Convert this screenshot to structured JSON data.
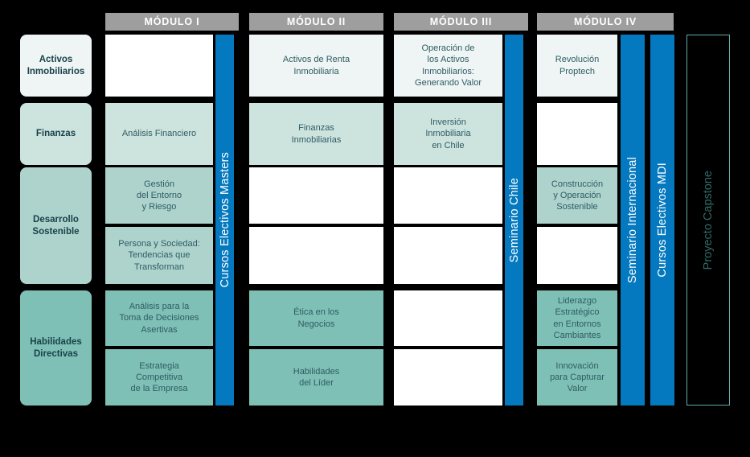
{
  "palette": {
    "background": "#000000",
    "header_gray": "#9e9e9e",
    "accent_blue": "#0579bf",
    "tier1": "#eef5f4",
    "tier2": "#cde3de",
    "tier3": "#aed3cd",
    "tier4": "#7fc0b6",
    "empty_white": "#ffffff",
    "capstone_outline": "#5fada4",
    "capstone_text": "#2f6b68",
    "label_text": "#19414a",
    "cell_text": "#2f5c64"
  },
  "module_headers": [
    {
      "label": "MÓDULO I"
    },
    {
      "label": "MÓDULO II"
    },
    {
      "label": "MÓDULO III"
    },
    {
      "label": "MÓDULO IV"
    }
  ],
  "categories": [
    {
      "label": "Activos\nInmobiliarios",
      "tier": "tier1"
    },
    {
      "label": "Finanzas",
      "tier": "tier2"
    },
    {
      "label": "Desarrollo\nSostenible",
      "tier": "tier3"
    },
    {
      "label": "Habilidades\nDirectivas",
      "tier": "tier4"
    }
  ],
  "module_1_cells": [
    {
      "label": "",
      "tier": "empty"
    },
    {
      "label": "Análisis Financiero",
      "tier": "tier2"
    },
    {
      "label": "Gestión\ndel Entorno\ny Riesgo",
      "tier": "tier3"
    },
    {
      "label": "Persona y Sociedad:\nTendencias que\nTransforman",
      "tier": "tier3"
    },
    {
      "label": "Análisis para la\nToma de Decisiones\nAsertivas",
      "tier": "tier4"
    },
    {
      "label": "Estrategia\nCompetitiva\nde la Empresa",
      "tier": "tier4"
    }
  ],
  "module_2_cells": [
    {
      "label": "Activos de Renta\nInmobiliaria",
      "tier": "tier1"
    },
    {
      "label": "Finanzas\nInmobiliarias",
      "tier": "tier2"
    },
    {
      "label": "",
      "tier": "empty"
    },
    {
      "label": "",
      "tier": "empty"
    },
    {
      "label": "Ética en los\nNegocios",
      "tier": "tier4"
    },
    {
      "label": "Habilidades\ndel Líder",
      "tier": "tier4"
    }
  ],
  "module_3_cells": [
    {
      "label": "Operación de\nlos Activos\nInmobiliarios:\nGenerando Valor",
      "tier": "tier1"
    },
    {
      "label": "Inversión\nInmobiliaria\nen Chile",
      "tier": "tier2"
    },
    {
      "label": "",
      "tier": "empty"
    },
    {
      "label": "",
      "tier": "empty"
    },
    {
      "label": "",
      "tier": "empty"
    },
    {
      "label": "",
      "tier": "empty"
    }
  ],
  "module_4_cells": [
    {
      "label": "Revolución\nProptech",
      "tier": "tier1"
    },
    {
      "label": "",
      "tier": "empty"
    },
    {
      "label": "Construcción\ny Operación\nSostenible",
      "tier": "tier3"
    },
    {
      "label": "",
      "tier": "empty"
    },
    {
      "label": "Liderazgo\nEstratégico\nen Entornos\nCambiantes",
      "tier": "tier4"
    },
    {
      "label": "Innovación\npara Capturar\nValor",
      "tier": "tier4"
    }
  ],
  "vertical_bars": [
    {
      "label": "Cursos Electivos Masters"
    },
    {
      "label": "Seminario Chile"
    },
    {
      "label": "Seminario Internacional"
    },
    {
      "label": "Cursos Electivos MDI"
    }
  ],
  "capstone": {
    "label": "Proyecto Capstone"
  }
}
